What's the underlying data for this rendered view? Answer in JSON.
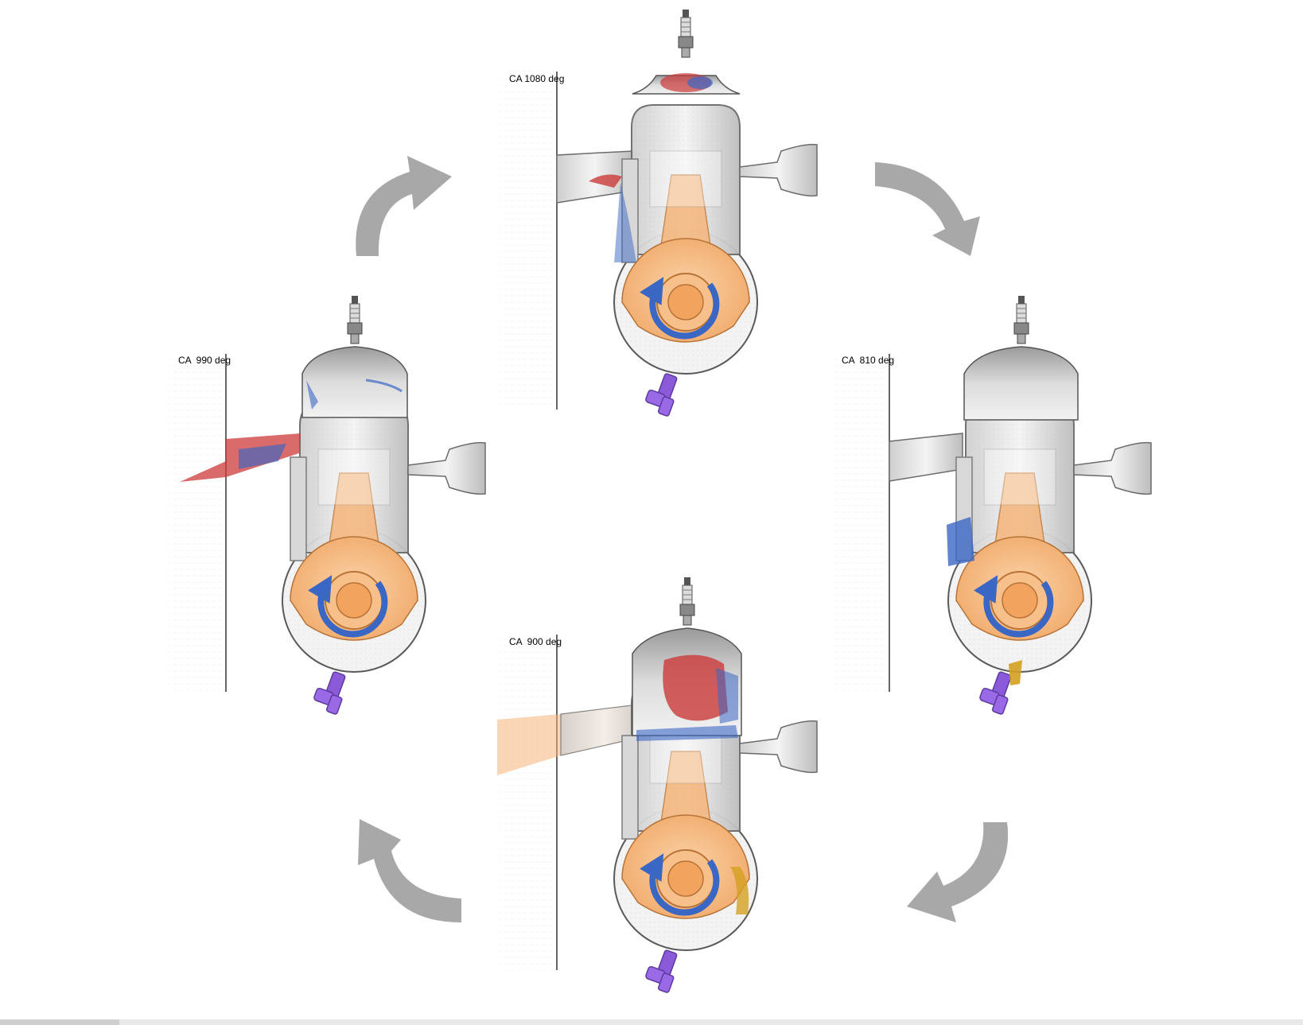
{
  "labels": {
    "top": "CA 1080 deg",
    "left": "CA  990 deg",
    "right": "CA  810 deg",
    "bottom": "CA  900 deg"
  },
  "colors": {
    "body": "#e6e6e6",
    "crank": "#f5b57a",
    "flow_blue": "#3a66c4",
    "mixture_red": "#cc3a3a",
    "plug_purple": "#8a5ad8",
    "arrow_gray": "#a8a8a8"
  },
  "icons": {
    "cycle_arrows": "curved-arrow-icon",
    "rotation": "rotation-arrow-icon",
    "spark_plug": "spark-plug-icon"
  }
}
